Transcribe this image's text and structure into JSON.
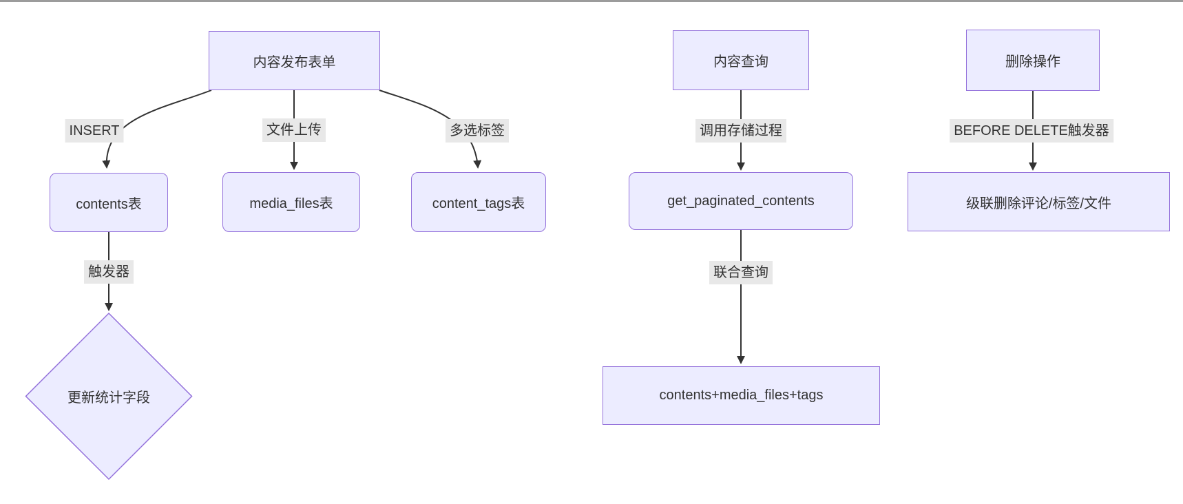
{
  "diagram_title": "content-management-database-flowchart",
  "nodes": {
    "content_publish_form": "内容发布表单",
    "contents_table": "contents表",
    "media_files_table": "media_files表",
    "content_tags_table": "content_tags表",
    "update_stats_field": "更新统计字段",
    "content_query": "内容查询",
    "get_paginated_contents": "get_paginated_contents",
    "joined_result": "contents+media_files+tags",
    "delete_operation": "删除操作",
    "cascade_delete": "级联删除评论/标签/文件"
  },
  "edge_labels": {
    "insert": "INSERT",
    "file_upload": "文件上传",
    "multi_select_tags": "多选标签",
    "trigger": "触发器",
    "call_stored_procedure": "调用存储过程",
    "union_query": "联合查询",
    "before_delete_trigger": "BEFORE DELETE触发器"
  },
  "edges": [
    {
      "from": "content_publish_form",
      "to": "contents_table",
      "label": "INSERT"
    },
    {
      "from": "content_publish_form",
      "to": "media_files_table",
      "label": "文件上传"
    },
    {
      "from": "content_publish_form",
      "to": "content_tags_table",
      "label": "多选标签"
    },
    {
      "from": "contents_table",
      "to": "update_stats_field",
      "label": "触发器"
    },
    {
      "from": "content_query",
      "to": "get_paginated_contents",
      "label": "调用存储过程"
    },
    {
      "from": "get_paginated_contents",
      "to": "joined_result",
      "label": "联合查询"
    },
    {
      "from": "delete_operation",
      "to": "cascade_delete",
      "label": "BEFORE DELETE触发器"
    }
  ],
  "theme": {
    "node_fill": "#ECECFF",
    "node_border": "#9370DB",
    "edge_color": "#333333",
    "edge_label_bg": "#e8e8e8",
    "text_color": "#333333",
    "top_bar_color": "#9c9c9c",
    "background": "#ffffff"
  }
}
